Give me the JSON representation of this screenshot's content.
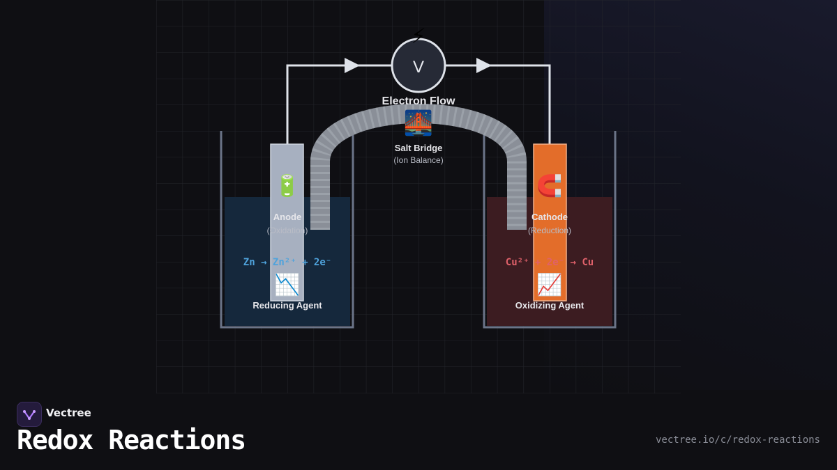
{
  "circuit": {
    "voltmeter_symbol": "V",
    "voltmeter_emoji": "⚡",
    "electron_flow_label": "Electron Flow"
  },
  "salt_bridge": {
    "emoji": "🌉",
    "title": "Salt Bridge",
    "subtitle": "(Ion Balance)"
  },
  "anode": {
    "emoji": "🔋",
    "title": "Anode",
    "subtitle": "(Oxidation)",
    "equation": "Zn → Zn²⁺ + 2e⁻",
    "trend_emoji": "📉",
    "agent_label": "Reducing Agent",
    "electrode_color": "#a7b0c0",
    "solution_color": "#15283c",
    "equation_color": "#4fa3dc"
  },
  "cathode": {
    "emoji": "🧲",
    "title": "Cathode",
    "subtitle": "(Reduction)",
    "equation": "Cu²⁺ + 2e⁻ → Cu",
    "trend_emoji": "📈",
    "agent_label": "Oxidizing Agent",
    "electrode_color": "#e36d2a",
    "solution_color": "#3c1c21",
    "equation_color": "#e0616a"
  },
  "footer": {
    "brand": "Vectree",
    "title": "Redox Reactions",
    "url": "vectree.io/c/redox-reactions"
  }
}
